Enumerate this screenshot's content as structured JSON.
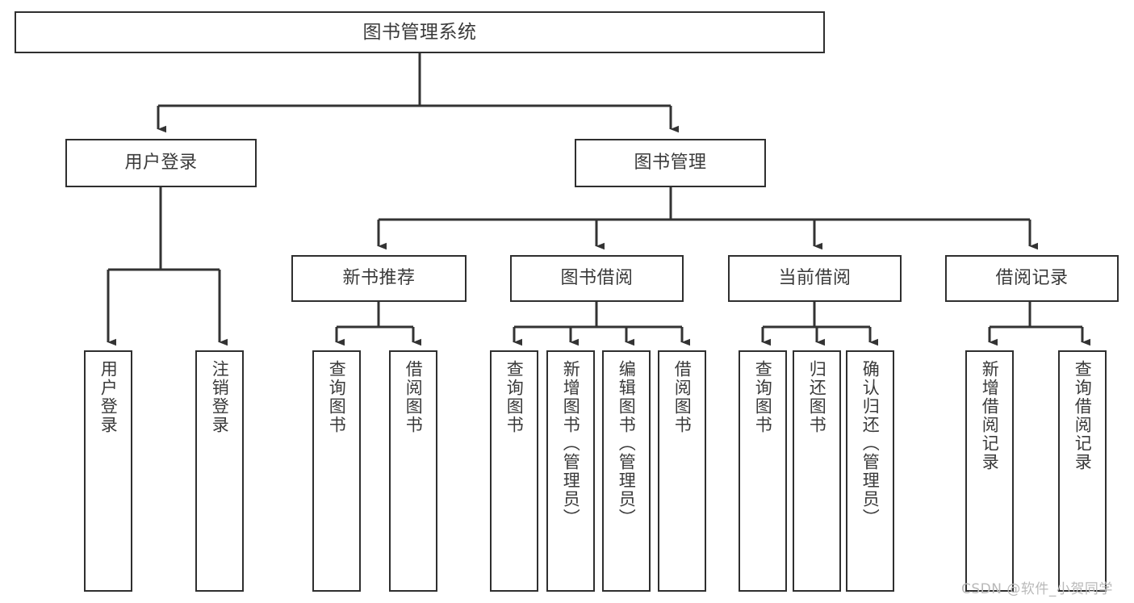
{
  "diagram": {
    "title": "图书管理系统",
    "type": "tree-hierarchy",
    "colors": {
      "box_border": "#2f2f2f",
      "box_fill": "#ffffff",
      "connector": "#333333",
      "text": "#3a3a3a",
      "watermark": "#b9b9b9",
      "background": "#ffffff"
    },
    "watermark": "CSDN @软件_小贺同学"
  },
  "nodes": {
    "root": {
      "label": "图书管理系统"
    },
    "level2": [
      {
        "id": "user-login",
        "label": "用户登录"
      },
      {
        "id": "book-manage",
        "label": "图书管理"
      }
    ],
    "level3": [
      {
        "id": "new-book-recommend",
        "label": "新书推荐"
      },
      {
        "id": "book-borrow",
        "label": "图书借阅"
      },
      {
        "id": "current-borrow",
        "label": "当前借阅"
      },
      {
        "id": "borrow-record",
        "label": "借阅记录"
      }
    ],
    "leaves": {
      "user-login": [
        {
          "id": "leaf-user-login",
          "label": "用户登录"
        },
        {
          "id": "leaf-user-logout",
          "label": "注销登录"
        }
      ],
      "new-book-recommend": [
        {
          "id": "leaf-query-book-1",
          "label": "查询图书"
        },
        {
          "id": "leaf-borrow-book-1",
          "label": "借阅图书"
        }
      ],
      "book-borrow": [
        {
          "id": "leaf-query-book-2",
          "label": "查询图书"
        },
        {
          "id": "leaf-add-book",
          "label": "新增图书（管理员）"
        },
        {
          "id": "leaf-edit-book",
          "label": "编辑图书（管理员）"
        },
        {
          "id": "leaf-borrow-book-2",
          "label": "借阅图书"
        }
      ],
      "current-borrow": [
        {
          "id": "leaf-query-book-3",
          "label": "查询图书"
        },
        {
          "id": "leaf-return-book",
          "label": "归还图书"
        },
        {
          "id": "leaf-confirm-return",
          "label": "确认归还（管理员）"
        }
      ],
      "borrow-record": [
        {
          "id": "leaf-add-record",
          "label": "新增借阅记录"
        },
        {
          "id": "leaf-query-record",
          "label": "查询借阅记录"
        }
      ]
    }
  }
}
